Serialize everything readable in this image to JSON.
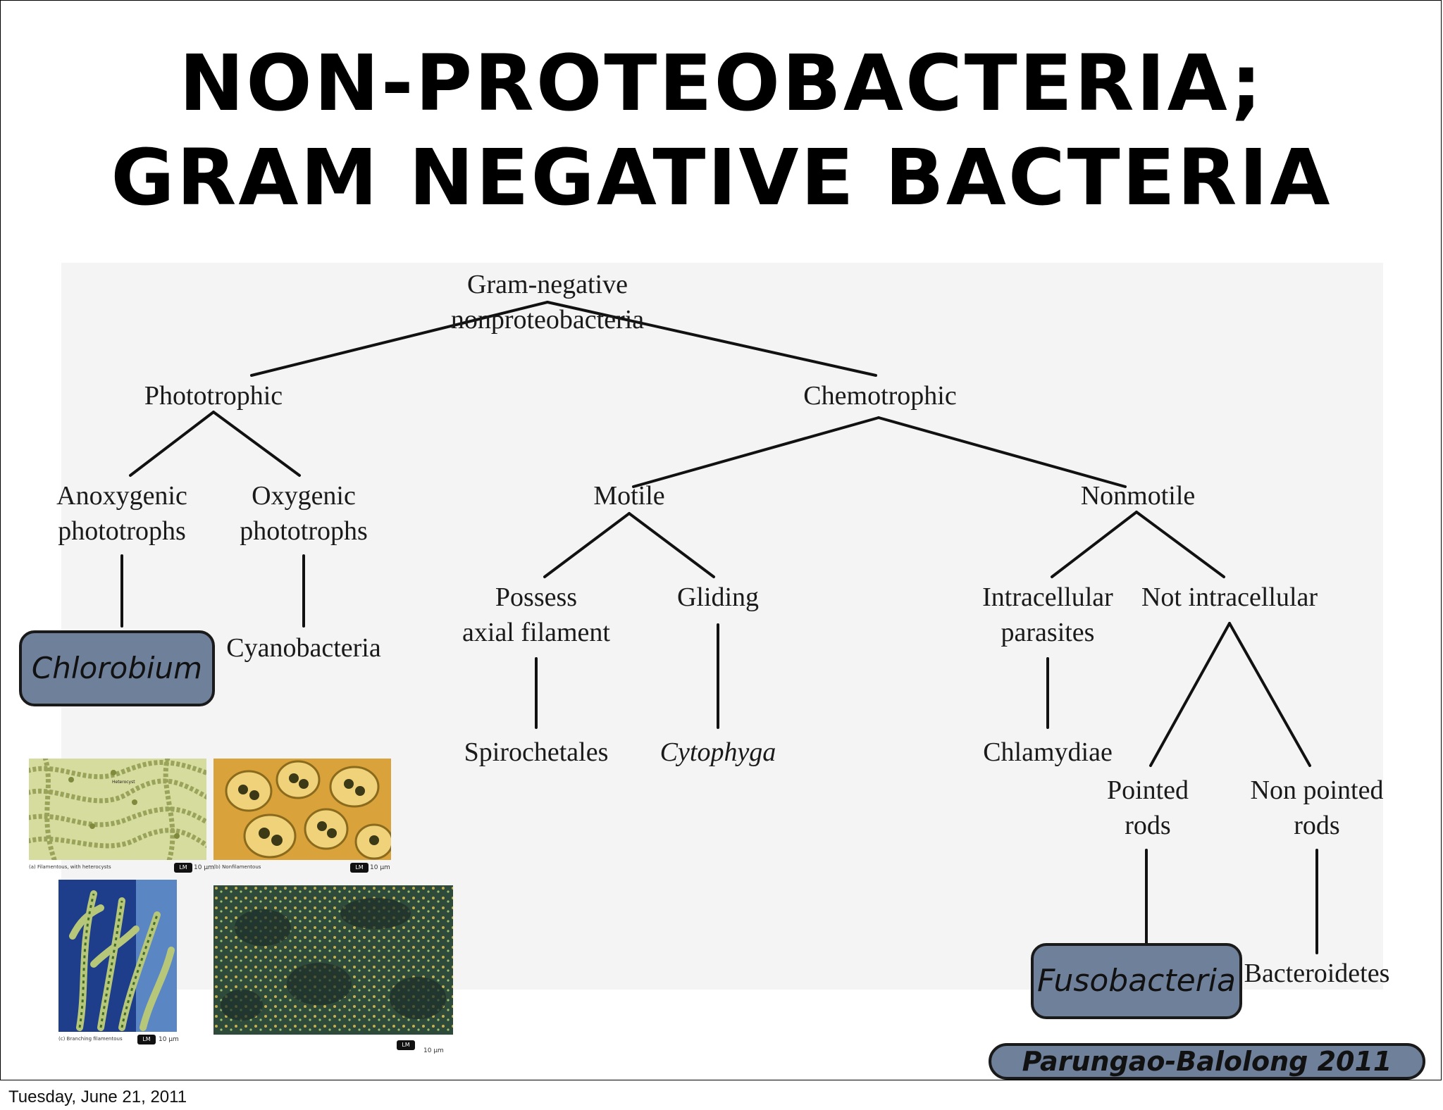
{
  "slide": {
    "title_line1": "NON-PROTEOBACTERIA;",
    "title_line2": "GRAM NEGATIVE BACTERIA",
    "footer_date": "Tuesday, June 21, 2011",
    "credit": "Parungao-Balolong 2011"
  },
  "tree": {
    "root": "Gram-negative nonproteobacteria",
    "phototrophic": "Phototrophic",
    "chemotrophic": "Chemotrophic",
    "anoxygenic": [
      "Anoxygenic",
      "phototrophs"
    ],
    "oxygenic": [
      "Oxygenic",
      "phototrophs"
    ],
    "cyanobacteria": "Cyanobacteria",
    "motile": "Motile",
    "nonmotile": "Nonmotile",
    "axial": [
      "Possess",
      "axial filament"
    ],
    "gliding": "Gliding",
    "spirochetales": "Spirochetales",
    "cytophyga": "Cytophyga",
    "intracellular": [
      "Intracellular",
      "parasites"
    ],
    "not_intracellular": "Not intracellular",
    "chlamydiae": "Chlamydiae",
    "pointed": [
      "Pointed",
      "rods"
    ],
    "nonpointed": [
      "Non pointed",
      "rods"
    ],
    "bacteroidetes": "Bacteroidetes"
  },
  "callouts": {
    "chlorobium": "Chlorobium",
    "fusobacteria": "Fusobacteria"
  },
  "micrographs": {
    "a_caption": "(a) Filamentous, with heterocysts",
    "a_label": "Heterocyst",
    "a_tag": "LM",
    "a_scale": "10 μm",
    "b_caption": "(b) Nonfilamentous",
    "b_tag": "LM",
    "b_scale": "10 μm",
    "c_caption": "(c) Branching filamentous",
    "c_tag": "LM",
    "c_scale": "10 μm",
    "d_tag": "LM",
    "d_scale": "10 μm"
  },
  "colors": {
    "callout_fill": "#6f809b",
    "diagram_background": "#f4f4f4"
  }
}
